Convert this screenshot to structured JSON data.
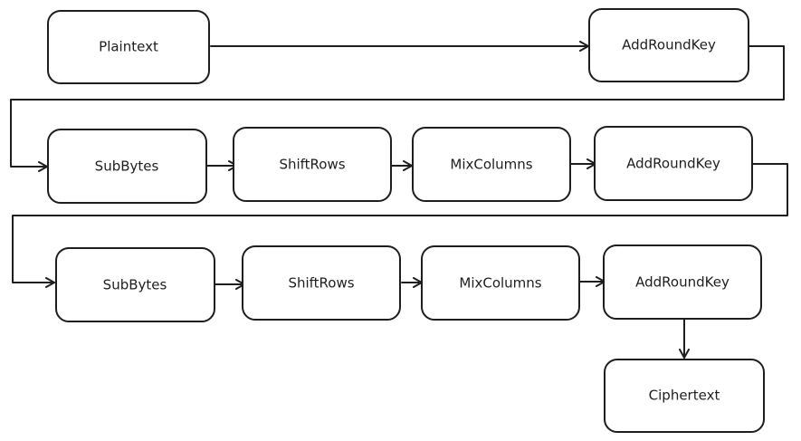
{
  "diagram": {
    "nodes": [
      {
        "id": "plaintext",
        "label": "Plaintext"
      },
      {
        "id": "addroundkey-0",
        "label": "AddRoundKey"
      },
      {
        "id": "subbytes-1",
        "label": "SubBytes"
      },
      {
        "id": "shiftrows-1",
        "label": "ShiftRows"
      },
      {
        "id": "mixcolumns-1",
        "label": "MixColumns"
      },
      {
        "id": "addroundkey-1",
        "label": "AddRoundKey"
      },
      {
        "id": "subbytes-2",
        "label": "SubBytes"
      },
      {
        "id": "shiftrows-2",
        "label": "ShiftRows"
      },
      {
        "id": "mixcolumns-2",
        "label": "MixColumns"
      },
      {
        "id": "addroundkey-2",
        "label": "AddRoundKey"
      },
      {
        "id": "ciphertext",
        "label": "Ciphertext"
      }
    ],
    "edges": [
      {
        "from": "plaintext",
        "to": "addroundkey-0"
      },
      {
        "from": "addroundkey-0",
        "to": "subbytes-1"
      },
      {
        "from": "subbytes-1",
        "to": "shiftrows-1"
      },
      {
        "from": "shiftrows-1",
        "to": "mixcolumns-1"
      },
      {
        "from": "mixcolumns-1",
        "to": "addroundkey-1"
      },
      {
        "from": "addroundkey-1",
        "to": "subbytes-2"
      },
      {
        "from": "subbytes-2",
        "to": "shiftrows-2"
      },
      {
        "from": "shiftrows-2",
        "to": "mixcolumns-2"
      },
      {
        "from": "mixcolumns-2",
        "to": "addroundkey-2"
      },
      {
        "from": "addroundkey-2",
        "to": "ciphertext"
      }
    ]
  }
}
